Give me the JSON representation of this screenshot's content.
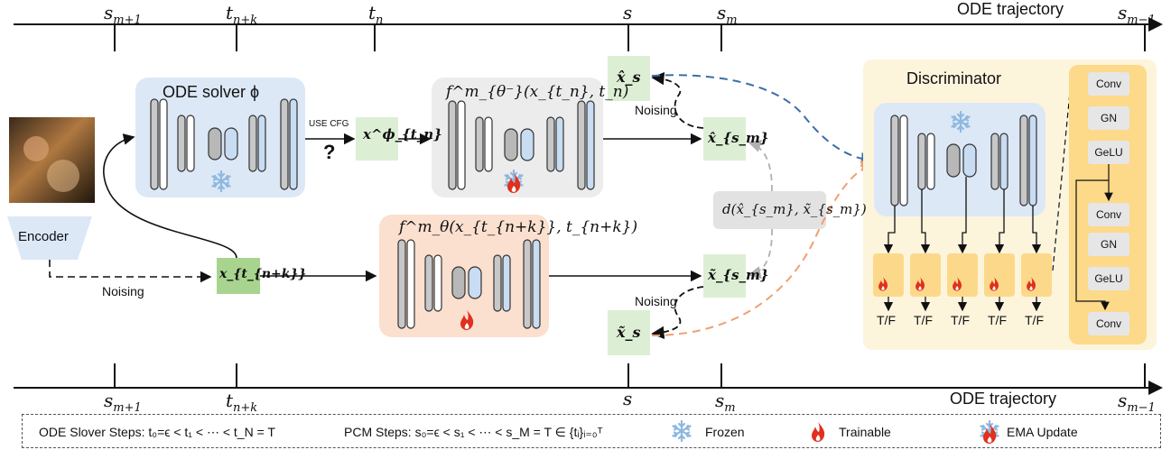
{
  "top_axis": {
    "label": "ODE trajectory",
    "ticks": [
      "s_{m+1}",
      "t_{n+k}",
      "t_n",
      "s",
      "s_m",
      "s_{m-1}"
    ]
  },
  "bottom_axis": {
    "label": "ODE trajectory",
    "ticks": [
      "s_{m+1}",
      "t_{n+k}",
      "s",
      "s_m",
      "s_{m-1}"
    ]
  },
  "encoder_label": "Encoder",
  "noising_label": "Noising",
  "ode_solver_label": "ODE solver ϕ",
  "use_cfg_label": "USE CFG",
  "question_mark": "?",
  "x_t_n_phi": "x^ϕ_{t_n}",
  "x_t_nk": "x_{t_{n+k}}",
  "f_target_label": "f^m_{θ⁻}(x_{t_n}, t_n)",
  "f_online_label": "f^m_θ(x_{t_{n+k}}, t_{n+k})",
  "hat_x_s": "x̂_s",
  "hat_x_sm": "x̂_{s_m}",
  "tilde_x_sm": "x̃_{s_m}",
  "tilde_x_s": "x̃_s",
  "noising_top": "Noising",
  "noising_bottom": "Noising",
  "distance_label": "d(x̂_{s_m}, x̃_{s_m})",
  "discriminator": {
    "title": "Discriminator",
    "outputs": [
      "T/F",
      "T/F",
      "T/F",
      "T/F",
      "T/F"
    ],
    "layers": [
      "Conv",
      "GN",
      "GeLU",
      "Conv",
      "GN",
      "GeLU",
      "Conv"
    ]
  },
  "legend": {
    "ode_steps": "ODE Slover Steps: t₀=ϵ < t₁ < ⋯ < t_N = T",
    "pcm_steps": "PCM Steps: s₀=ϵ < s₁ < ⋯ < s_M = T ∈ {tᵢ}ᵢ₌₀ᵀ",
    "frozen": "Frozen",
    "trainable": "Trainable",
    "ema": "EMA Update"
  },
  "colors": {
    "ode_solver_bg": "#dce8f6",
    "target_bg": "#ececec",
    "online_bg": "#fbdfcf",
    "node_green_light": "#dcefd4",
    "node_green_dark": "#a8d48f",
    "disc_bg": "#fdf4dc",
    "disc_inner_bg": "#dce8f6",
    "head_yellow": "#fcd98a",
    "conv_column_bg": "#fdd98a",
    "blue_dashed": "#3c6ea8",
    "orange_dashed": "#f0a070",
    "gray_dashed": "#b0b0b0",
    "flame": "#e0301e",
    "snowflake": "#8fb8e0"
  }
}
